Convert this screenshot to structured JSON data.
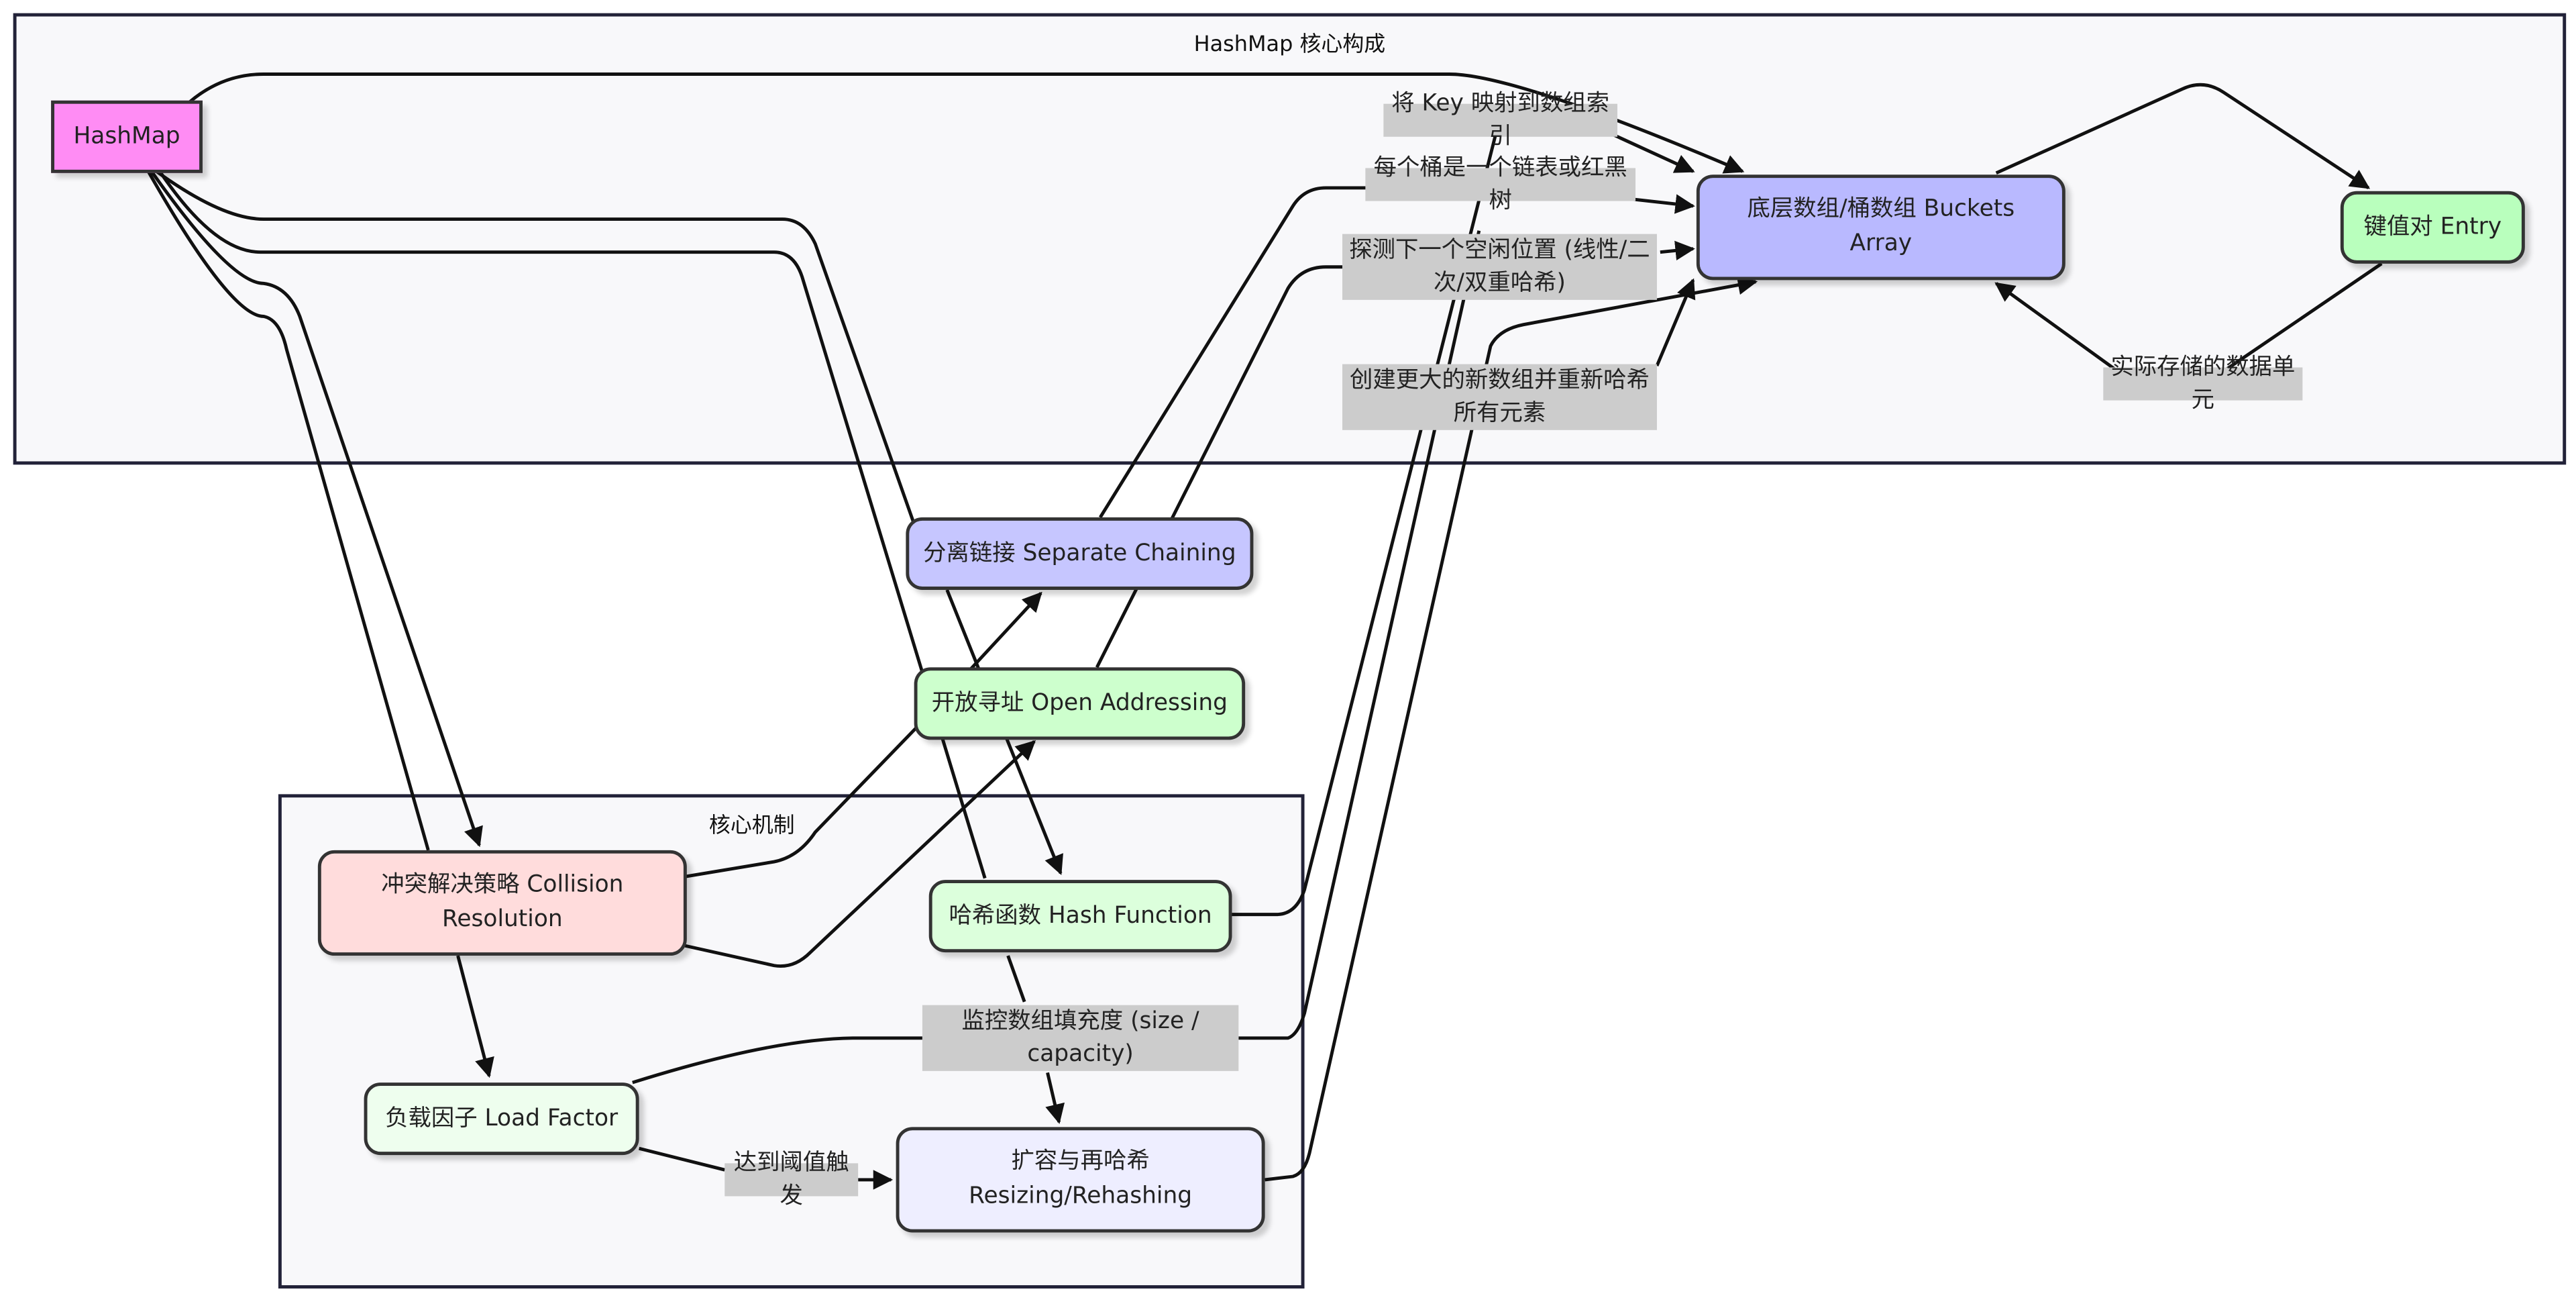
{
  "clusters": {
    "core": {
      "title": "HashMap 核心构成"
    },
    "mech": {
      "title": "核心机制"
    }
  },
  "nodes": {
    "hashmap": {
      "label": "HashMap",
      "fill": "#ff8cf4"
    },
    "buckets": {
      "label": "底层数组/桶数组 Buckets Array",
      "fill": "#b9b9ff"
    },
    "entry": {
      "label": "键值对 Entry",
      "fill": "#b9ffbd"
    },
    "separate": {
      "label": "分离链接 Separate Chaining",
      "fill": "#c6c6ff"
    },
    "open": {
      "label": "开放寻址 Open Addressing",
      "fill": "#cdffcd"
    },
    "collision": {
      "label": "冲突解决策略 Collision Resolution",
      "fill": "#ffdcdc"
    },
    "hashfn": {
      "label": "哈希函数 Hash Function",
      "fill": "#dcffdc"
    },
    "load": {
      "label": "负载因子 Load Factor",
      "fill": "#eefeee"
    },
    "resize": {
      "label": "扩容与再哈希 Resizing/Rehashing",
      "fill": "#eeeeff"
    }
  },
  "edge_labels": {
    "map_key": "将 Key 映射到数组索引",
    "bucket_list": "每个桶是一个链表或红黑树",
    "probe": "探测下一个空闲位置 (线性/二次/双重哈希)",
    "rehash_all": "创建更大的新数组并重新哈希所有元素",
    "storage_unit": "实际存储的数据单元",
    "monitor_fill": "监控数组填充度 (size / capacity)",
    "threshold": "达到阈值触发"
  },
  "colors": {
    "cluster_bg": "#f8f8fa",
    "cluster_border": "#222238",
    "edge": "#111111",
    "label_bg": "#cccccc"
  }
}
